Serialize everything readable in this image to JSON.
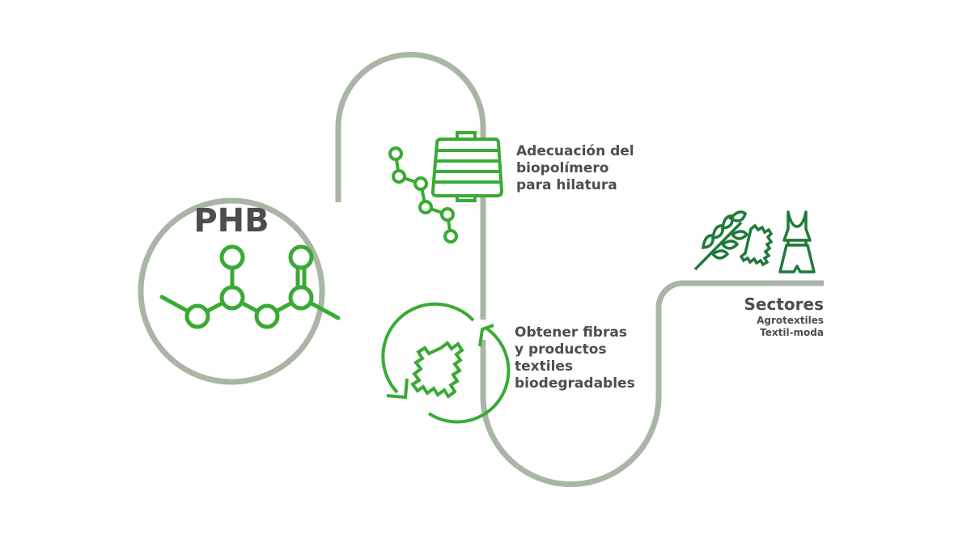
{
  "title": "PHB",
  "steps": [
    {
      "lines": [
        "Adecuación del",
        "biopolímero",
        "para hilatura"
      ],
      "icon": "molecule-spool-icon"
    },
    {
      "lines": [
        "Obtener fibras",
        "y productos",
        "textiles",
        "biodegradables"
      ],
      "icon": "recycle-fabric-icon"
    }
  ],
  "sectors": {
    "title": "Sectores",
    "items": [
      "Agrotextiles",
      "Textil-moda"
    ],
    "icons": [
      "wheat-icon",
      "fabric-icon",
      "dress-icon"
    ]
  },
  "colors": {
    "path": "#a9b5a5",
    "green": "#3aaa35",
    "dark_green": "#1f7a3a",
    "text": "#4d4d4f"
  }
}
